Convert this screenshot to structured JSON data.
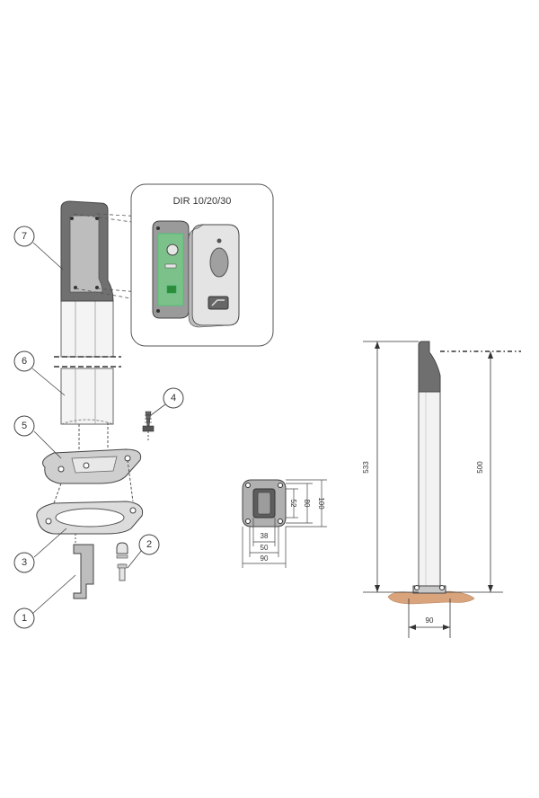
{
  "inset": {
    "title": "DIR 10/20/30"
  },
  "callouts": [
    {
      "number": "1"
    },
    {
      "number": "2"
    },
    {
      "number": "3"
    },
    {
      "number": "4"
    },
    {
      "number": "5"
    },
    {
      "number": "6"
    },
    {
      "number": "7"
    }
  ],
  "top_view": {
    "dimensions": [
      "38",
      "50",
      "90",
      "52",
      "80",
      "100"
    ]
  },
  "side_view": {
    "dimensions": [
      "533",
      "500",
      "90"
    ]
  },
  "colors": {
    "post_dark": "#6f6f6f",
    "post_light": "#f2f2f2",
    "line": "#555555",
    "ground": "#d9a47b",
    "pcb": "#7cc08a"
  }
}
